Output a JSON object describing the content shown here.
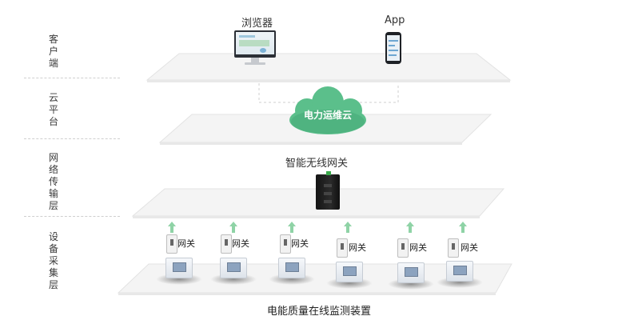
{
  "layers": [
    {
      "id": "client",
      "label": "客户端"
    },
    {
      "id": "cloud",
      "label": "云平台"
    },
    {
      "id": "network",
      "label": "网络传输层"
    },
    {
      "id": "device",
      "label": "设备采集层"
    }
  ],
  "client": {
    "browser_label": "浏览器",
    "app_label": "App"
  },
  "cloud": {
    "name": "电力运维云",
    "color": "#5bbf8b"
  },
  "network": {
    "gateway_title": "智能无线网关"
  },
  "device": {
    "gateway_label": "网关",
    "gateway_count": 6,
    "caption": "电能质量在线监测装置",
    "arrow_color": "#8fd3a6"
  },
  "colors": {
    "plate": "#f3f3f3",
    "plate_edge": "#e6e6e6",
    "dashed": "#cfcfcf"
  }
}
